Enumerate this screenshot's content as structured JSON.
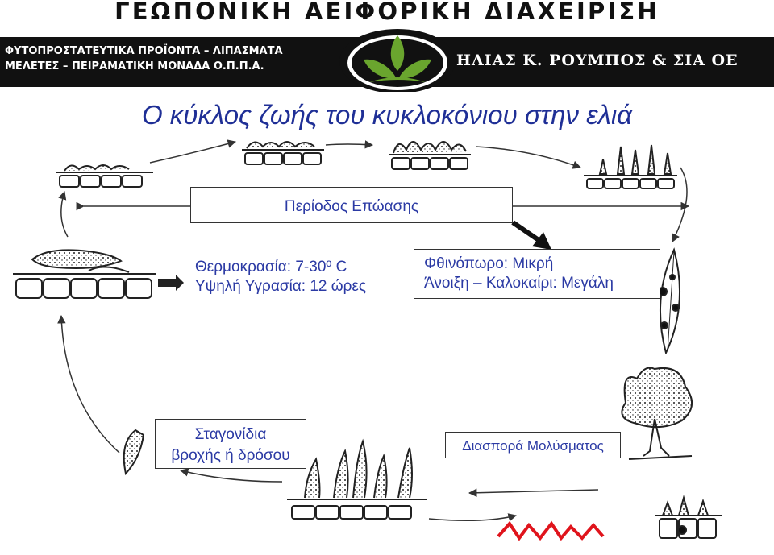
{
  "header": {
    "top_title": "ΓΕΩΠΟΝΙΚΗ ΑΕΙΦΟΡΙΚΗ ΔΙΑΧΕΙΡΙΣΗ",
    "banner_line1": "ΦΥΤΟΠΡΟΣΤΑΤΕΥΤΙΚΑ ΠΡΟΪΟΝΤΑ – ΛΙΠΑΣΜΑΤΑ",
    "banner_line2": "ΜΕΛΕΤΕΣ – ΠΕΙΡΑΜΑΤΙΚΗ ΜΟΝΑΔΑ Ο.Π.Π.Α.",
    "company": "ΗΛΙΑΣ Κ. ΡΟΥΜΠΟΣ & ΣΙΑ ΟΕ"
  },
  "diagram": {
    "title": "Ο κύκλος ζωής του κυκλοκόνιου στην ελιά",
    "incubation_label": "Περίοδος Επώασης",
    "conditions_line1": "Θερμοκρασία: 7-30º C",
    "conditions_line2": "Υψηλή Υγρασία: 12 ώρες",
    "seasons_line1": "Φθινόπωρο: Μικρή",
    "seasons_line2": "Άνοιξη – Καλοκαίρι: Μεγάλη",
    "droplets_line1": "Σταγονίδια",
    "droplets_line2": "βροχής ή δρόσου",
    "spread_label": "Διασπορά Μολύσματος"
  },
  "colors": {
    "text_blue": "#2b3aa4",
    "title_blue": "#1f2f96",
    "logo_green": "#6aa52e",
    "accent_red": "#e0141c"
  }
}
